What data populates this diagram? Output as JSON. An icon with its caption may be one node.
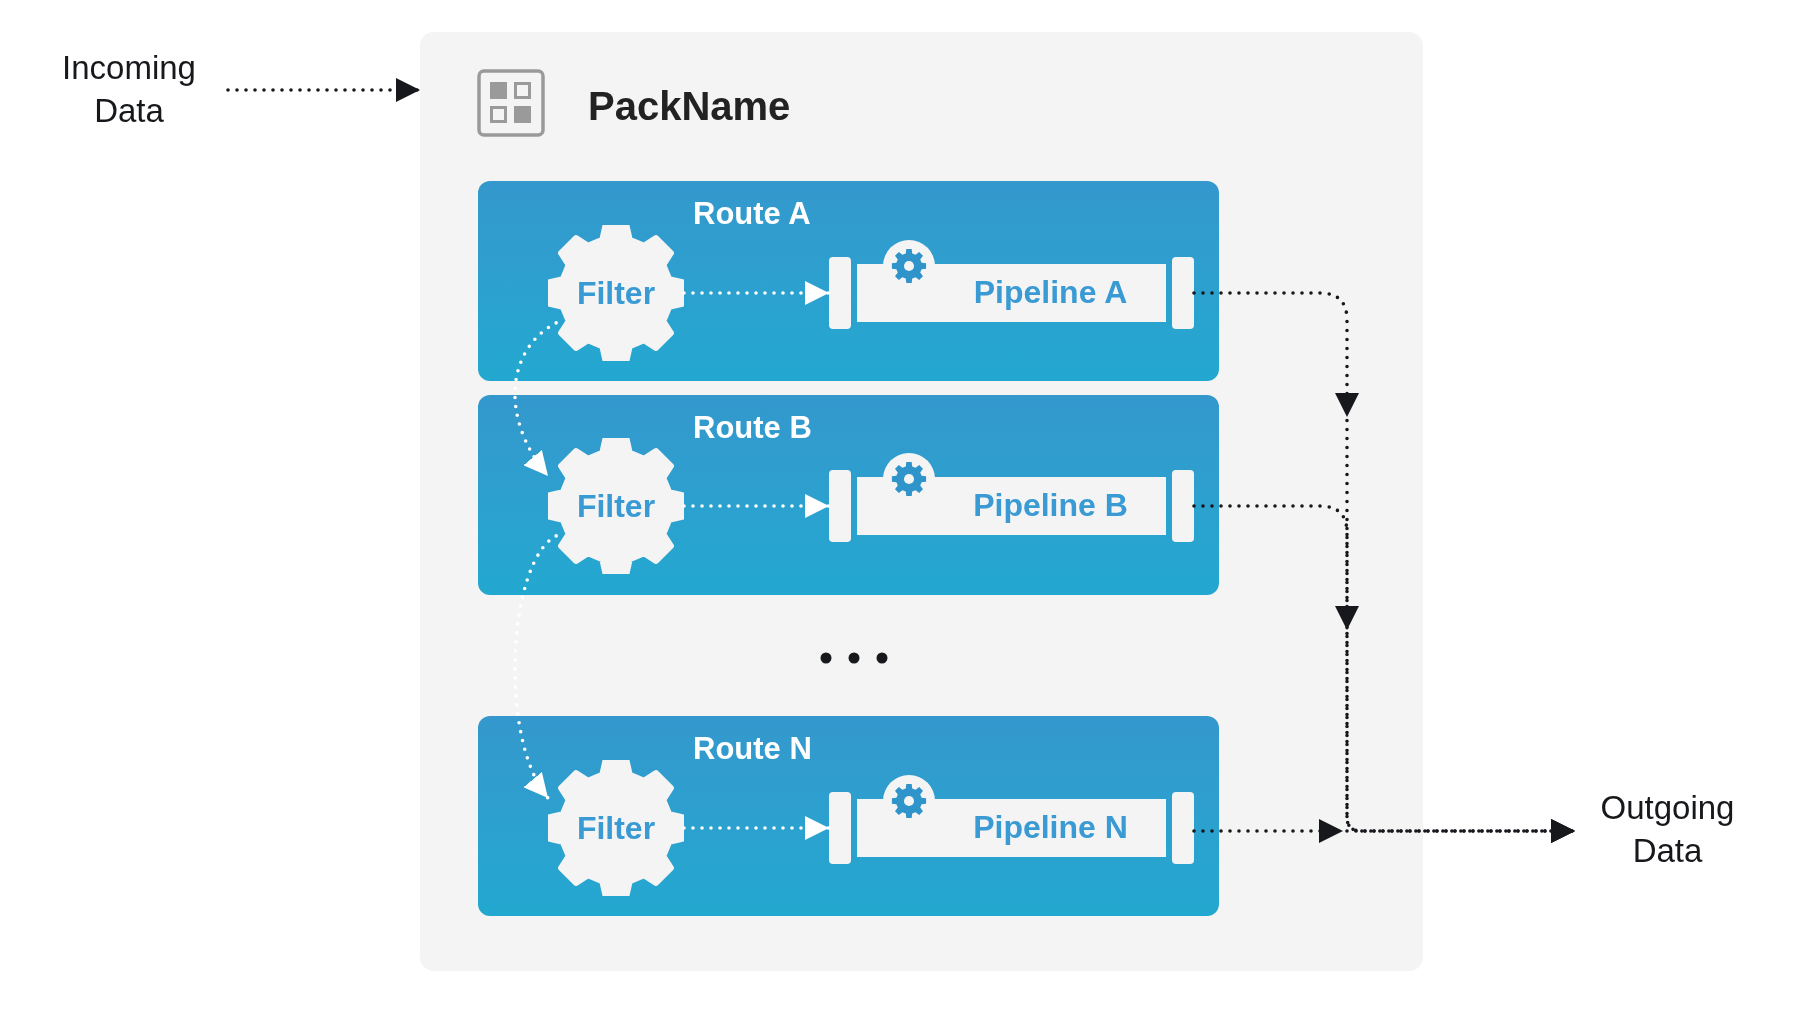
{
  "diagram": {
    "nodes": [
      {
        "text": [
          "Incoming Data"
        ]
      },
      {
        "text": [
          "PackName"
        ]
      },
      {
        "text": [
          "Route A"
        ],
        "in": 1
      },
      {
        "text": [
          "Filter"
        ],
        "in": 2
      },
      {
        "text": [
          "Pipeline A"
        ],
        "in": 2
      },
      {
        "text": [
          "Route B"
        ],
        "in": 1
      },
      {
        "text": [
          "Filter"
        ],
        "in": 5
      },
      {
        "text": [
          "Pipeline B"
        ],
        "in": 5
      },
      {
        "text": [
          "Route N"
        ],
        "in": 1
      },
      {
        "text": [
          "Filter"
        ],
        "in": 8
      },
      {
        "text": [
          "Pipeline N"
        ],
        "in": 8
      },
      {
        "text": [
          "Outgoing Data"
        ]
      }
    ],
    "edges": [
      {
        "from": 0,
        "to": 1,
        "arrow": "to",
        "style": "dashed",
        "color": "#17181c"
      },
      {
        "from": 3,
        "to": 4,
        "arrow": "to",
        "style": "dashed",
        "color": "#ffffff"
      },
      {
        "from": 6,
        "to": 7,
        "arrow": "to",
        "style": "dashed",
        "color": "#ffffff"
      },
      {
        "from": 9,
        "to": 10,
        "arrow": "to",
        "style": "dashed",
        "color": "#ffffff"
      },
      {
        "from": 3,
        "to": 6,
        "arrow": "to",
        "style": "dashed",
        "color": "#ffffff"
      },
      {
        "from": 6,
        "to": 9,
        "arrow": "to",
        "style": "dashed",
        "color": "#ffffff"
      },
      {
        "from": 4,
        "to": 11,
        "arrow": "to",
        "style": "dashed",
        "color": "#17181c"
      },
      {
        "from": 7,
        "to": 11,
        "arrow": "to",
        "style": "dashed",
        "color": "#17181c"
      },
      {
        "from": 10,
        "to": 11,
        "arrow": "to",
        "style": "dashed",
        "color": "#17181c"
      }
    ]
  }
}
